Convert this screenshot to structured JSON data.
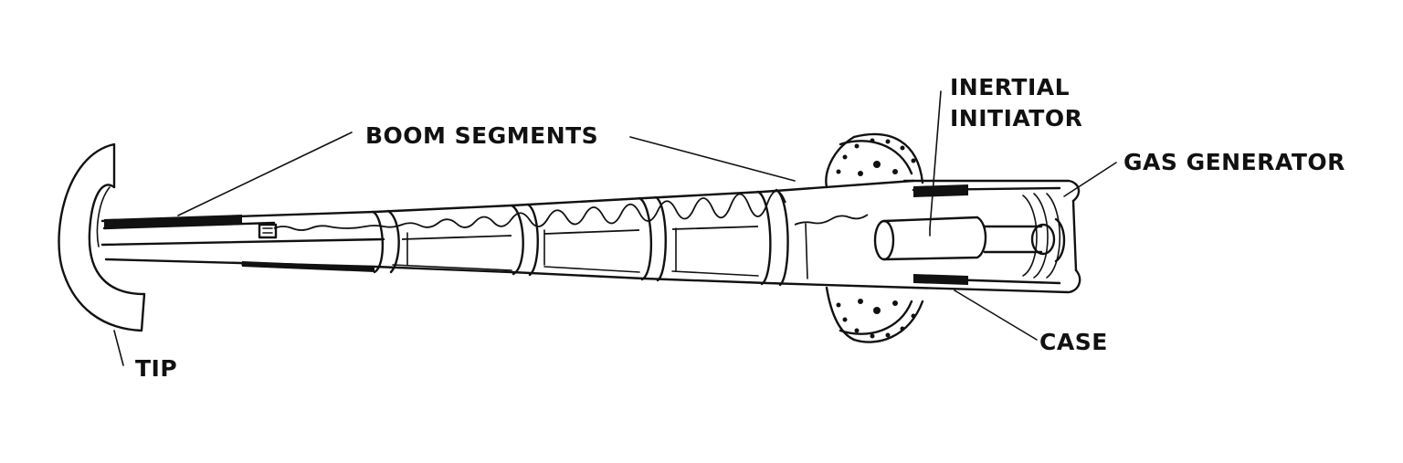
{
  "labels": {
    "boom_segments": "BOOM SEGMENTS",
    "inertial": "INERTIAL",
    "initiator": "INITIATOR",
    "gas_generator": "GAS GENERATOR",
    "case": "CASE",
    "tip": "TIP"
  },
  "colors": {
    "ink": "#111111",
    "background": "#ffffff"
  }
}
